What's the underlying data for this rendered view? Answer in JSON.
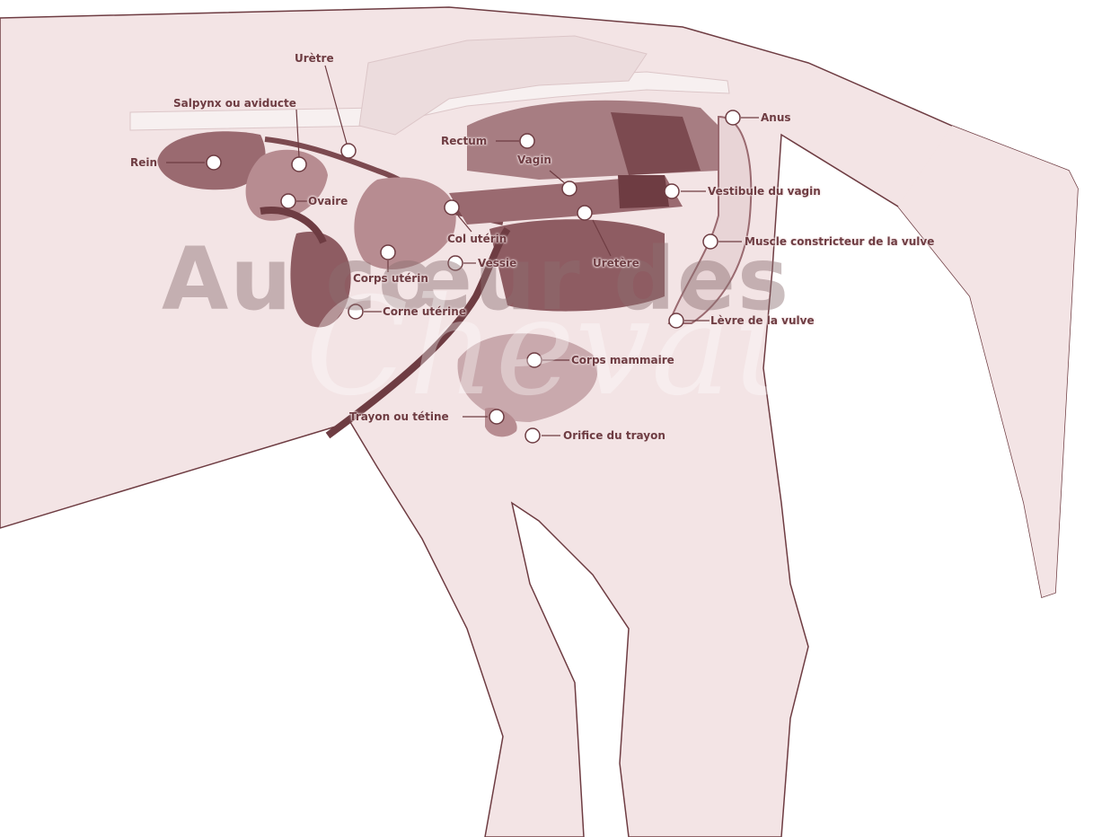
{
  "watermark": {
    "main": "Au cœur des",
    "script": "Chevaux"
  },
  "colors": {
    "body": "#f3e4e5",
    "outline": "#6e3c42",
    "organ_dark": "#7c4a50",
    "organ_mid": "#9a6a70",
    "organ_light": "#c9a9ad",
    "bone": "#f7f0f0",
    "marker": "#ffffff"
  },
  "labels": {
    "rein": "Rein",
    "salpynx": "Salpynx ou aviducte",
    "uretre": "Urètre",
    "ovaire": "Ovaire",
    "rectum": "Rectum",
    "vagin": "Vagin",
    "anus": "Anus",
    "vestibule": "Vestibule du vagin",
    "muscle": "Muscle constricteur de la vulve",
    "col_uterin": "Col utérin",
    "vessie": "Vessie",
    "uretere": "Uretère",
    "corps_uterin": "Corps utérin",
    "corne_uterine": "Corne utérine",
    "levre": "Lèvre de la vulve",
    "corps_mammaire": "Corps mammaire",
    "trayon": "Trayon ou tétine",
    "orifice": "Orifice du trayon"
  }
}
